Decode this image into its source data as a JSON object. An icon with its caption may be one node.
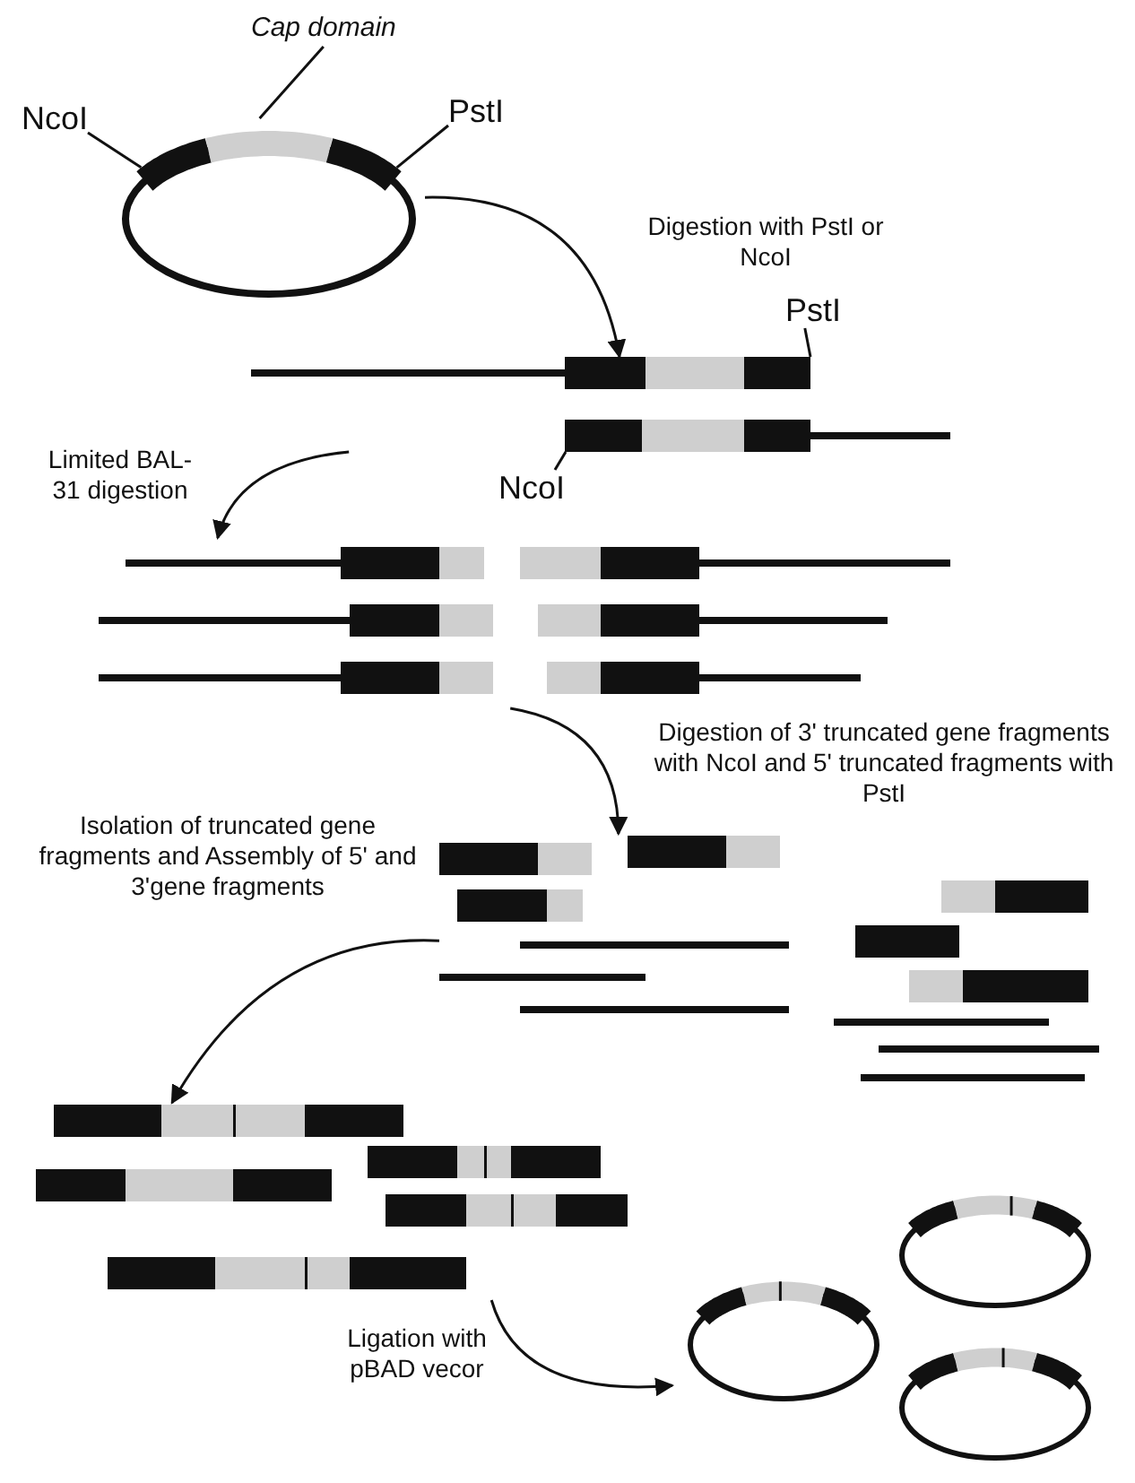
{
  "diagram": {
    "nodes": [
      {
        "text": [
          "Cap domain"
        ]
      },
      {
        "text": [
          "NcoI"
        ]
      },
      {
        "text": [
          "PstI"
        ]
      },
      {
        "text": [],
        "shape": "picture"
      },
      {
        "text": [
          "PstI"
        ]
      },
      {
        "text": [
          "NcoI"
        ]
      },
      {
        "text": [],
        "shape": "picture"
      },
      {
        "text": [],
        "shape": "picture"
      },
      {
        "text": [],
        "shape": "picture"
      },
      {
        "text": [],
        "shape": "picture"
      },
      {
        "text": [],
        "shape": "picture"
      }
    ],
    "edges": [
      {
        "from": 0,
        "to": 3,
        "arrow": "none"
      },
      {
        "from": 1,
        "to": 3,
        "arrow": "none"
      },
      {
        "from": 2,
        "to": 3,
        "arrow": "none"
      },
      {
        "from": 3,
        "to": 6,
        "arrow": "to",
        "label": "Digestion with PstI or NcoI"
      },
      {
        "from": 4,
        "to": 6,
        "arrow": "none"
      },
      {
        "from": 5,
        "to": 6,
        "arrow": "none"
      },
      {
        "from": 6,
        "to": 7,
        "arrow": "to",
        "label": "Limited BAL-31 digestion"
      },
      {
        "from": 7,
        "to": 8,
        "arrow": "to",
        "label": "Digestion of 3' truncated gene fragments with NcoI and 5' truncated fragments with PstI"
      },
      {
        "from": 8,
        "to": 9,
        "arrow": "to",
        "label": "Isolation of truncated gene fragments and Assembly of 5' and 3'gene fragments"
      },
      {
        "from": 9,
        "to": 10,
        "arrow": "to",
        "label": "Ligation with pBAD vecor"
      }
    ]
  }
}
